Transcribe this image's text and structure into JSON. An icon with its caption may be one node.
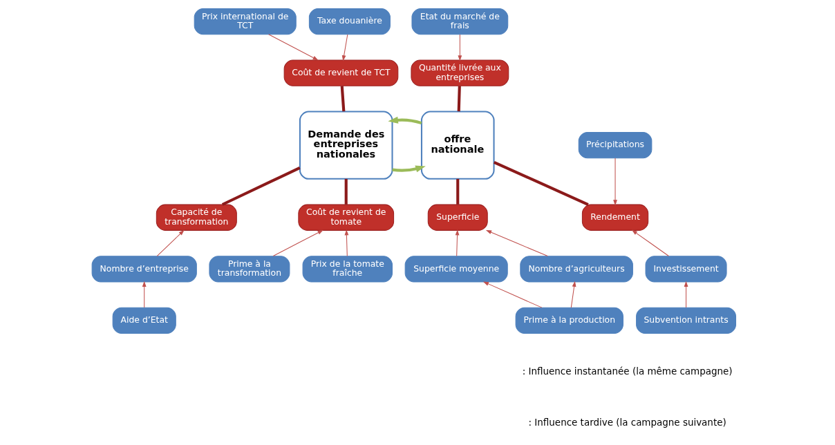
{
  "diagram": {
    "nodes": [
      {
        "text": [
          "Prix international de TCT"
        ]
      },
      {
        "text": [
          "Taxe douanière"
        ]
      },
      {
        "text": [
          "Coût de revient de TCT"
        ]
      },
      {
        "text": [
          "Etat du marché de frais"
        ]
      },
      {
        "text": [
          "Quantité livrée aux entreprises"
        ]
      },
      {
        "text": [
          "Demande des entreprises nationales"
        ]
      },
      {
        "text": [
          "offre nationale"
        ]
      },
      {
        "text": [
          "Précipitations"
        ]
      },
      {
        "text": [
          "Capacité de transformation"
        ]
      },
      {
        "text": [
          "Coût de revient de tomate"
        ]
      },
      {
        "text": [
          "Superficie"
        ]
      },
      {
        "text": [
          "Rendement"
        ]
      },
      {
        "text": [
          "Nombre d’entreprise"
        ]
      },
      {
        "text": [
          "Prime à la transformation"
        ]
      },
      {
        "text": [
          "Prix de la tomate fraîche"
        ]
      },
      {
        "text": [
          "Nombre d’agriculteurs"
        ]
      },
      {
        "text": [
          "Superficie moyenne"
        ]
      },
      {
        "text": [
          "Investissement"
        ]
      },
      {
        "text": [
          "Aide d’Etat"
        ]
      },
      {
        "text": [
          "Prime à la production"
        ]
      },
      {
        "text": [
          "Subvention intrants"
        ]
      }
    ],
    "edges": [
      {
        "from": 0,
        "to": 2,
        "arrow": "to"
      },
      {
        "from": 1,
        "to": 2,
        "arrow": "to"
      },
      {
        "from": 2,
        "to": 5,
        "arrow": "none",
        "style": "thick",
        "color": "#8b1a1a"
      },
      {
        "from": 3,
        "to": 4,
        "arrow": "to"
      },
      {
        "from": 4,
        "to": 6,
        "arrow": "none",
        "style": "thick",
        "color": "#8b1a1a"
      },
      {
        "from": 5,
        "to": 6,
        "arrow": "to",
        "style": "thick",
        "color": "#9bbb59"
      },
      {
        "from": 6,
        "to": 5,
        "arrow": "to",
        "style": "thick",
        "color": "#9bbb59"
      },
      {
        "from": 5,
        "to": 8,
        "arrow": "none",
        "style": "thick",
        "color": "#8b1a1a"
      },
      {
        "from": 5,
        "to": 9,
        "arrow": "none",
        "style": "thick",
        "color": "#8b1a1a"
      },
      {
        "from": 6,
        "to": 10,
        "arrow": "none",
        "style": "thick",
        "color": "#8b1a1a"
      },
      {
        "from": 6,
        "to": 11,
        "arrow": "none",
        "style": "thick",
        "color": "#8b1a1a"
      },
      {
        "from": 7,
        "to": 11,
        "arrow": "to"
      },
      {
        "from": 12,
        "to": 8,
        "arrow": "to"
      },
      {
        "from": 18,
        "to": 12,
        "arrow": "to"
      },
      {
        "from": 13,
        "to": 9,
        "arrow": "to"
      },
      {
        "from": 14,
        "to": 9,
        "arrow": "to"
      },
      {
        "from": 15,
        "to": 10,
        "arrow": "to"
      },
      {
        "from": 16,
        "to": 10,
        "arrow": "to"
      },
      {
        "from": 19,
        "to": 15,
        "arrow": "to"
      },
      {
        "from": 19,
        "to": 16,
        "arrow": "to"
      },
      {
        "from": 17,
        "to": 11,
        "arrow": "to"
      },
      {
        "from": 20,
        "to": 17,
        "arrow": "to"
      }
    ],
    "legend": [
      {
        "text": ": Influence instantanée (la même campagne)"
      },
      {
        "text": ": Influence tardive (la campagne suivante)"
      }
    ]
  }
}
